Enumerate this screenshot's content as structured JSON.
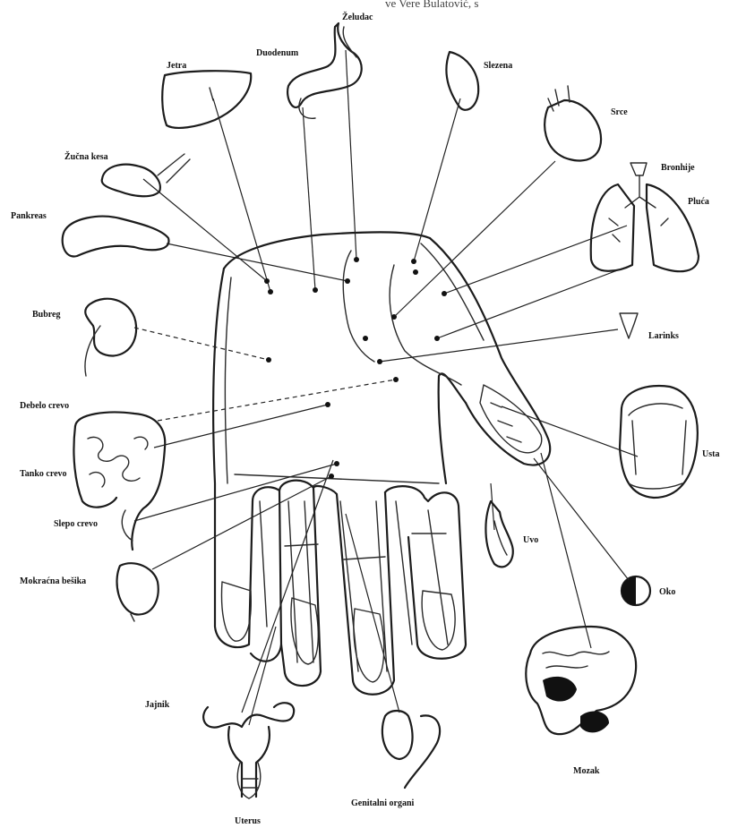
{
  "header": {
    "caption": "ve Vere Bulatović, s"
  },
  "labels": {
    "zeludac": "Želudac",
    "duodenum": "Duodenum",
    "jetra": "Jetra",
    "slezena": "Slezena",
    "srce": "Srce",
    "zucna_kesa": "Žučna kesa",
    "bronhije": "Bronhije",
    "pluca": "Pluća",
    "pankreas": "Pankreas",
    "bubreg": "Bubreg",
    "larinks": "Larinks",
    "debelo_crevo": "Debelo crevo",
    "tanko_crevo": "Tanko crevo",
    "usta": "Usta",
    "slepo_crevo": "Slepo crevo",
    "uvo": "Uvo",
    "mokracna_besika": "Mokraćna bešika",
    "oko": "Oko",
    "jajnik": "Jajnik",
    "mozak": "Mozak",
    "genitalni_organi": "Genitalni organi",
    "uterus": "Uterus"
  },
  "palette": {
    "ink": "#1c1c1c",
    "paper": "#ffffff"
  }
}
